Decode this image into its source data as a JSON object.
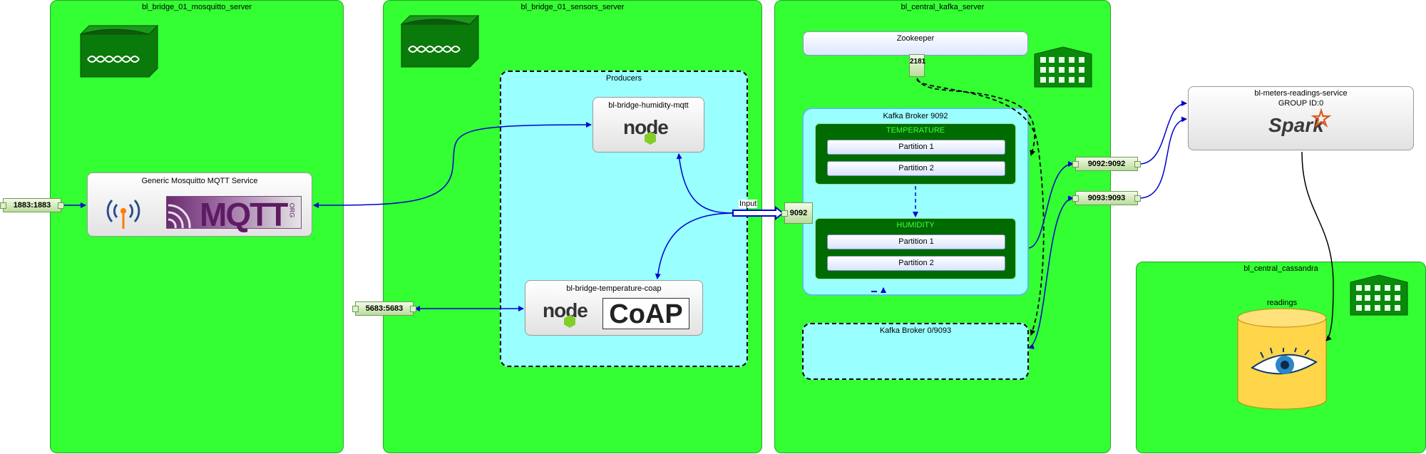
{
  "servers": {
    "mosquitto": {
      "title": "bl_bridge_01_mosquitto_server"
    },
    "sensors": {
      "title": "bl_bridge_01_sensors_server"
    },
    "kafka": {
      "title": "bl_central_kafka_server"
    },
    "cassandra": {
      "title": "bl_central_cassandra"
    }
  },
  "mqtt_service": {
    "title": "Generic Mosquitto MQTT Service",
    "logo_text": "MQTT",
    "logo_suffix": "ORG"
  },
  "producers": {
    "title": "Producers"
  },
  "humidity_producer": {
    "title": "bl-bridge-humidity-mqtt",
    "logo_text": "node"
  },
  "temperature_producer": {
    "title": "bl-bridge-temperature-coap",
    "logo_text": "node",
    "coap_text": "CoAP"
  },
  "zookeeper": {
    "title": "Zookeeper",
    "port": "2181"
  },
  "kafka_broker": {
    "title": "Kafka Broker 9092",
    "topics": [
      {
        "name": "TEMPERATURE",
        "partitions": [
          "Partition 1",
          "Partition 2"
        ]
      },
      {
        "name": "HUMIDITY",
        "partitions": [
          "Partition 1",
          "Partition 2"
        ]
      }
    ]
  },
  "kafka_broker_2": {
    "title": "Kafka Broker 0/9093"
  },
  "spark_service": {
    "title": "bl-meters-readings-service",
    "subtitle": "GROUP ID:0",
    "logo_text": "Spark"
  },
  "cassandra_db": {
    "label": "readings"
  },
  "ports": {
    "mqtt": "1883:1883",
    "coap": "5683:5683",
    "kafka_in": "9092",
    "kafka_9092": "9092:9092",
    "kafka_9093": "9093:9093"
  },
  "input_label": "Input",
  "colors": {
    "server_bg": "#33ff33",
    "producers_bg": "#99ffff",
    "topic_bg": "#006b00",
    "topic_title": "#44ff44",
    "edge_blue": "#0000cc",
    "cassandra_yellow": "#ffd54a"
  },
  "icons": [
    "network-switch-icon",
    "building-icon",
    "antenna-icon",
    "nodejs-logo",
    "spark-logo",
    "cassandra-eye-icon"
  ]
}
